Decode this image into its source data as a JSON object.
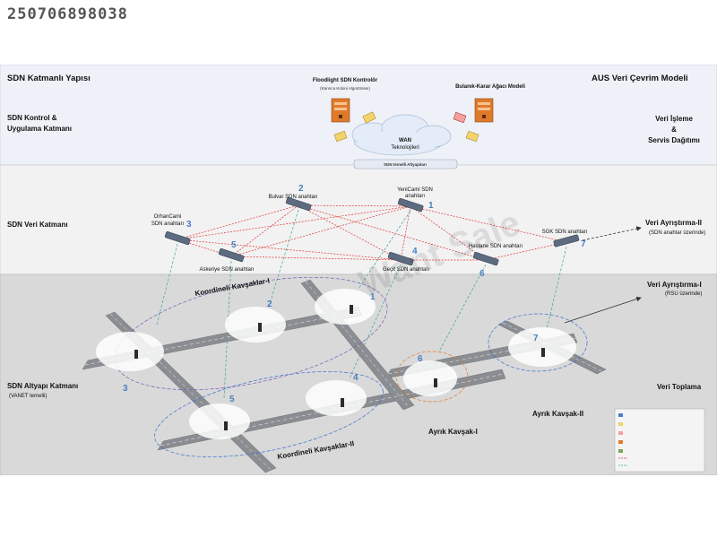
{
  "stock_id": "250706898038",
  "header": {
    "left_title": "SDN Katmanlı Yapısı",
    "right_title": "AUS Veri Çevrim Modeli"
  },
  "layers": {
    "control": {
      "label_line1": "SDN Kontrol &",
      "label_line2": "Uygulama Katmanı"
    },
    "data": {
      "label": "SDN Veri Katmanı"
    },
    "infra": {
      "label_line1": "SDN Altyapı Katmanı",
      "label_line2": "(VANET temelli)"
    }
  },
  "right_labels": {
    "processing_line1": "Veri İşleme",
    "processing_amp": "&",
    "processing_line2": "Servis Dağıtımı",
    "sep2_line1": "Veri Ayrıştırma-II",
    "sep2_line2": "(SDN anahtar üzerinde)",
    "sep1_line1": "Veri Ayrıştırma-I",
    "sep1_line2": "(RSU üzerinde)",
    "collect": "Veri Toplama"
  },
  "control_layer": {
    "floodlight_title": "Floodlight SDN Kontrolör",
    "floodlight_sub": "(Karınca Koloni Algoritması)",
    "fuzzy_title": "Bulanık-Karar Ağacı Modeli",
    "wan_line1": "WAN",
    "wan_line2": "Teknolojileri",
    "sdn_infra": "SDN temelli Altyapıları"
  },
  "switches": [
    {
      "num": "1",
      "name_line1": "YeniCami SDN",
      "name_line2": "anahtarı"
    },
    {
      "num": "2",
      "name_line1": "Bulvar SDN anahtarı",
      "name_line2": ""
    },
    {
      "num": "3",
      "name_line1": "OrhanCami",
      "name_line2": "SDN anahtarı"
    },
    {
      "num": "4",
      "name_line1": "Geçit SDN anahtarı",
      "name_line2": ""
    },
    {
      "num": "5",
      "name_line1": "Askeriye SDN anahtarı",
      "name_line2": ""
    },
    {
      "num": "6",
      "name_line1": "Hastane SDN anahtarı",
      "name_line2": ""
    },
    {
      "num": "7",
      "name_line1": "SGK SDN anahtarı",
      "name_line2": ""
    }
  ],
  "zones": {
    "coord1": "Koordineli Kavşaklar-I",
    "coord2": "Koordineli Kavşaklar-II",
    "isolated1": "Ayrık Kavşak-I",
    "isolated2": "Ayrık Kavşak-II"
  },
  "watermark": "Want Sale",
  "colors": {
    "control_band": "#eef1f7",
    "data_band": "#f2f2f2",
    "infra_band": "#d9d9d9",
    "road": "#8a8d91",
    "link_red": "#e03030",
    "link_teal": "#3aa39b",
    "number_blue": "#4a7fc0",
    "cloud": "#e3ecf8",
    "server": "#e07a2b"
  }
}
